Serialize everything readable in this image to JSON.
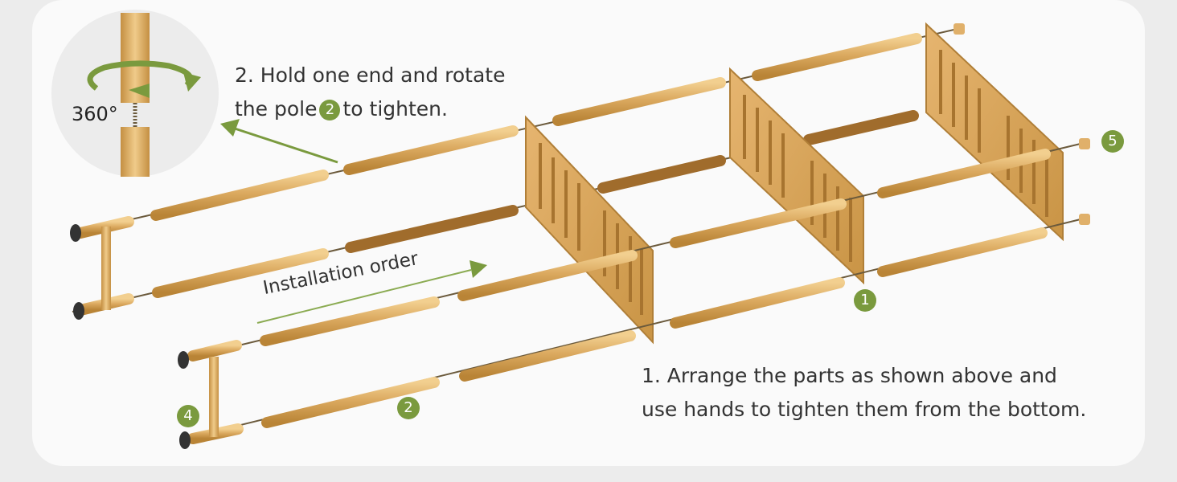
{
  "callouts": {
    "step2_line1": "2. Hold one end and rotate",
    "step2_line2_a": "the pole",
    "step2_line2_badge": "2",
    "step2_line2_b": "to tighten.",
    "step1_line1": "1. Arrange the parts as shown above and",
    "step1_line2": "use hands to tighten them from the bottom.",
    "installation_order": "Installation order",
    "rotation_degrees": "360°"
  },
  "part_labels": {
    "one": "1",
    "two": "2",
    "four": "4",
    "five": "5"
  },
  "colors": {
    "accent_green": "#7a9a3e",
    "bamboo_light": "#e0b06a",
    "bamboo_dark": "#b98436",
    "text": "#333333"
  }
}
